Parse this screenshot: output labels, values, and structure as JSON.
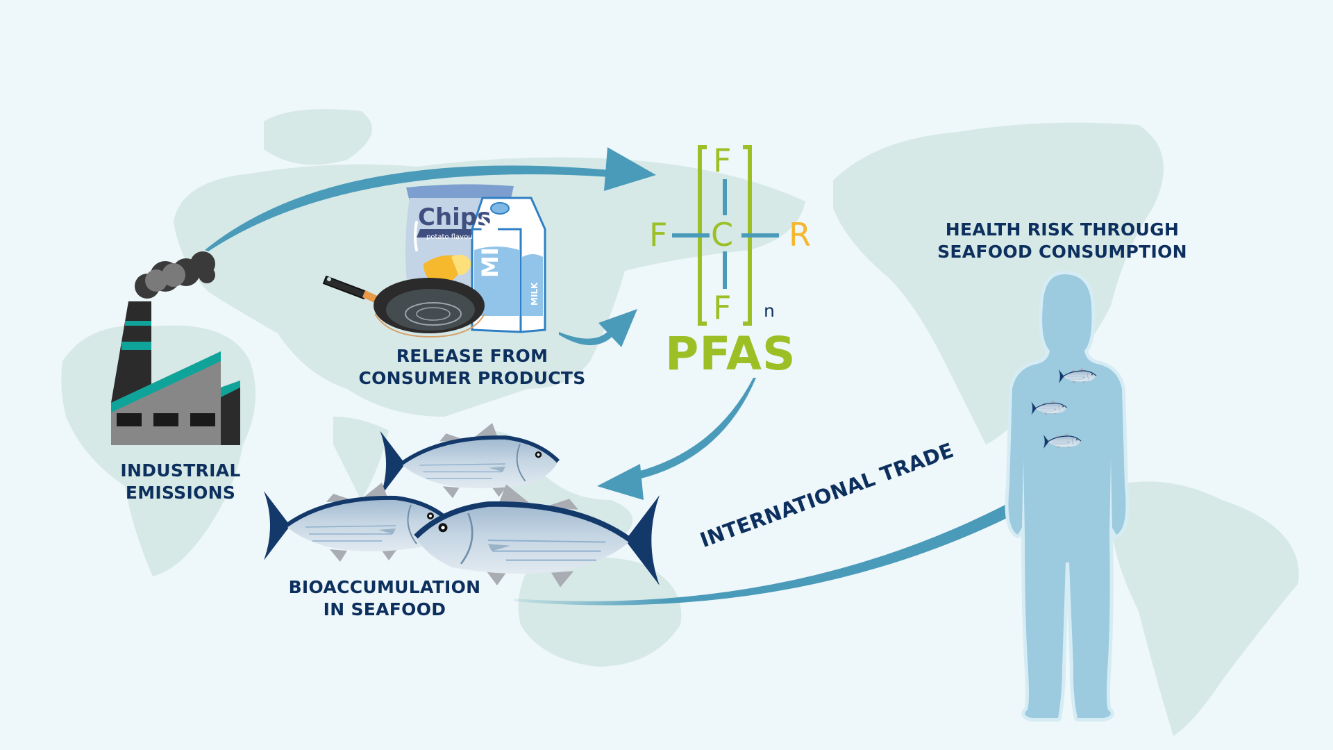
{
  "diagram": {
    "title": "PFAS pathways: from sources to human health risk via seafood",
    "colors": {
      "background": "#eef7f9",
      "land": "#d6e9e6",
      "text": "#0d2f5e",
      "arrow": "#4a9aba",
      "pfas_green": "#9bbf25",
      "r_group_orange": "#f5b731",
      "body": "#9ccadf"
    },
    "nodes": {
      "industrial": {
        "lines": [
          "INDUSTRIAL",
          "EMISSIONS"
        ],
        "icon": "factory-icon"
      },
      "consumer": {
        "lines": [
          "RELEASE FROM",
          "CONSUMER PRODUCTS"
        ],
        "icons": [
          "chips-bag-icon",
          "frying-pan-icon",
          "milk-carton-icon"
        ]
      },
      "pfas": {
        "title": "PFAS",
        "formula": {
          "top": "F",
          "left": "F",
          "center": "C",
          "right": "R",
          "bottom": "F",
          "subscript": "n"
        }
      },
      "seafood": {
        "lines": [
          "BIOACCUMULATION",
          "IN SEAFOOD"
        ],
        "icon": "tuna-fish-icon"
      },
      "health": {
        "lines": [
          "HEALTH RISK THROUGH",
          "SEAFOOD CONSUMPTION"
        ],
        "icon": "human-body-icon"
      }
    },
    "edges": [
      {
        "from": "industrial",
        "to": "pfas",
        "label": ""
      },
      {
        "from": "consumer",
        "to": "pfas",
        "label": ""
      },
      {
        "from": "pfas",
        "to": "seafood",
        "label": ""
      },
      {
        "from": "seafood",
        "to": "health",
        "label": "INTERNATIONAL TRADE"
      }
    ],
    "product_text": {
      "chips_brand": "Chips",
      "chips_flavour": "potato flavour",
      "milk_main": "MILK",
      "milk_side": "MILK"
    }
  }
}
